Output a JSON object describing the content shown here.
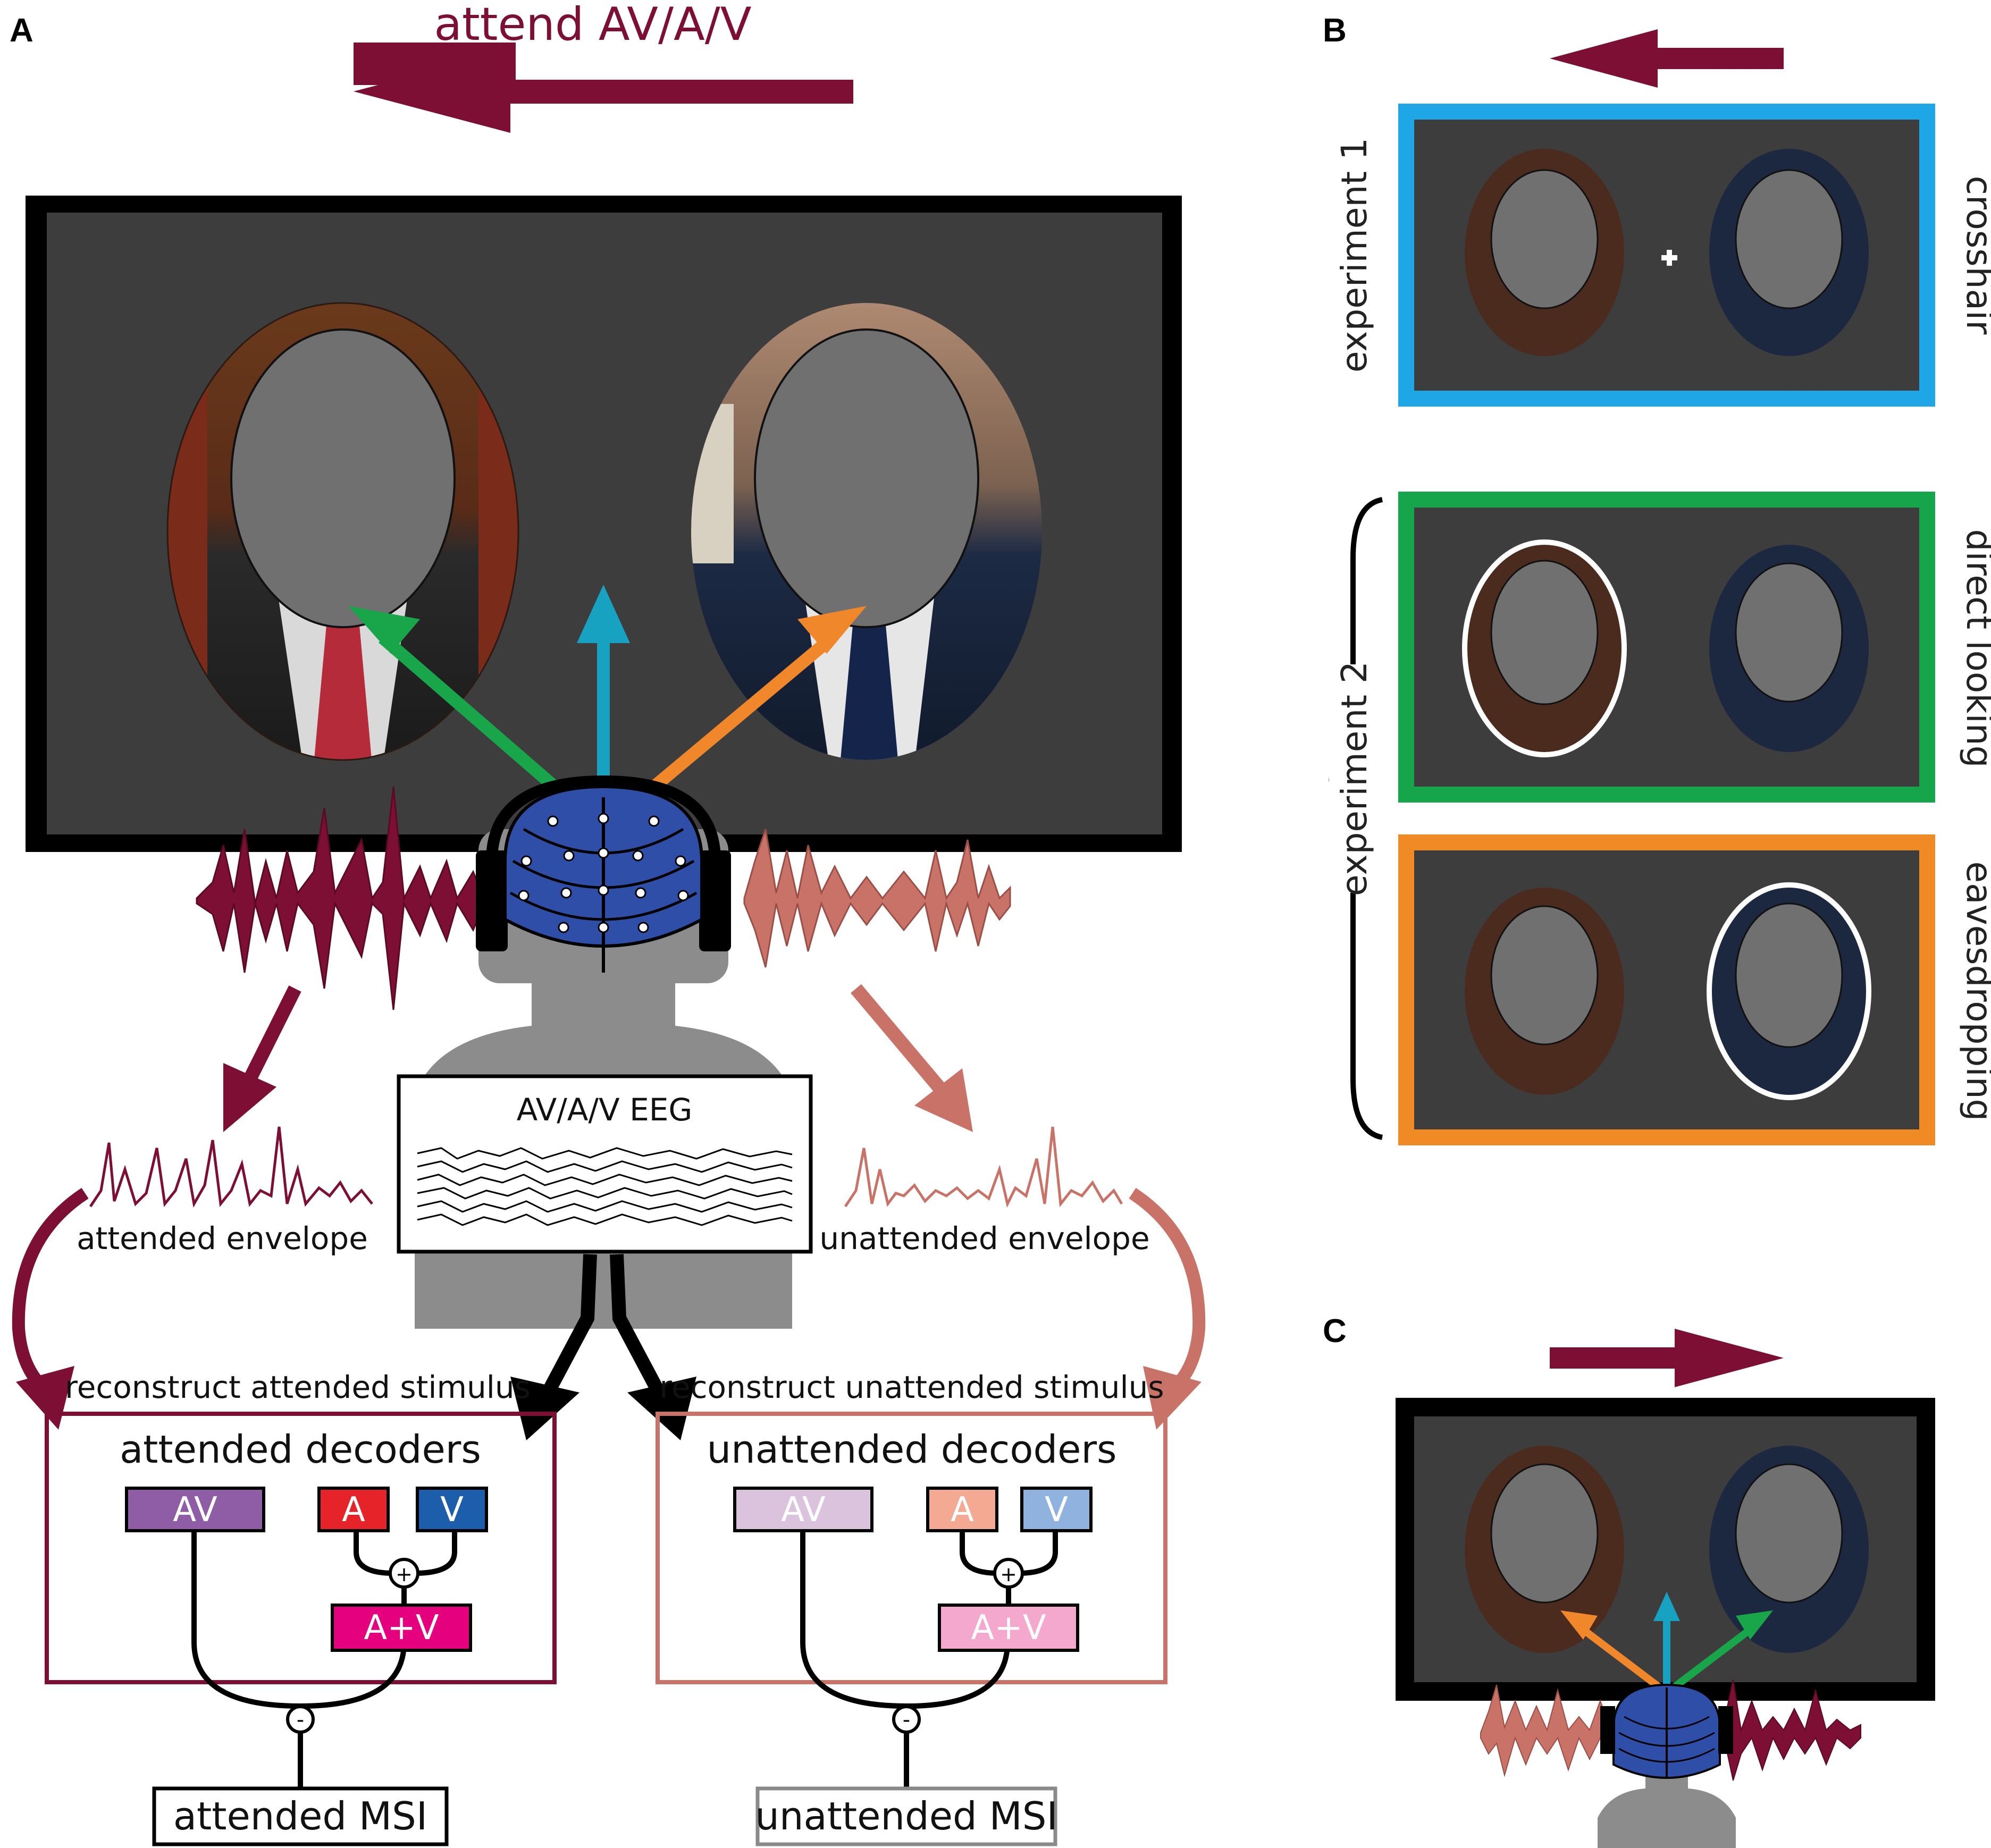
{
  "panels": {
    "a": "A",
    "b": "B",
    "c": "C"
  },
  "header": {
    "attend_label": "attend AV/A/V"
  },
  "eeg_box": {
    "title": "AV/A/V EEG"
  },
  "envelopes": {
    "attended": "attended envelope",
    "unattended": "unattended envelope"
  },
  "reconstruct": {
    "attended": "reconstruct attended stimulus",
    "unattended": "reconstruct unattended stimulus"
  },
  "decoders": {
    "attended": {
      "title": "attended decoders",
      "av": "AV",
      "a": "A",
      "v": "V",
      "sum": "A+V",
      "plus": "+",
      "minus": "-"
    },
    "unattended": {
      "title": "unattended decoders",
      "av": "AV",
      "a": "A",
      "v": "V",
      "sum": "A+V",
      "plus": "+",
      "minus": "-"
    }
  },
  "msi": {
    "attended": "attended MSI",
    "unattended": "unattended MSI"
  },
  "experiments": {
    "exp1": "experiment 1",
    "exp2": "experiment 2",
    "conditions": [
      "crosshair",
      "direct looking",
      "eavesdropping"
    ]
  },
  "colors": {
    "maroon": "#7d0f35",
    "salmon": "#c97268",
    "green": "#19a54a",
    "cyan": "#17a2c2",
    "orange": "#f0872a",
    "blue_frame": "#1ea6e6",
    "green_frame": "#17a54b",
    "orange_frame": "#f08a24",
    "screen": "#3d3d3d",
    "face": "#707070",
    "av_dark": "#8e5da6",
    "a_dark": "#e52329",
    "v_dark": "#1c5eab",
    "sum_dark": "#e5007e",
    "av_light": "#dcc3dd",
    "a_light": "#f4a992",
    "v_light": "#8fb3de",
    "sum_light": "#f5a8cd"
  },
  "icons": [
    "left-arrow-icon",
    "right-arrow-icon",
    "head-icon",
    "eeg-cap-icon",
    "headphones-icon",
    "face-oval-icon",
    "crosshair-icon"
  ]
}
